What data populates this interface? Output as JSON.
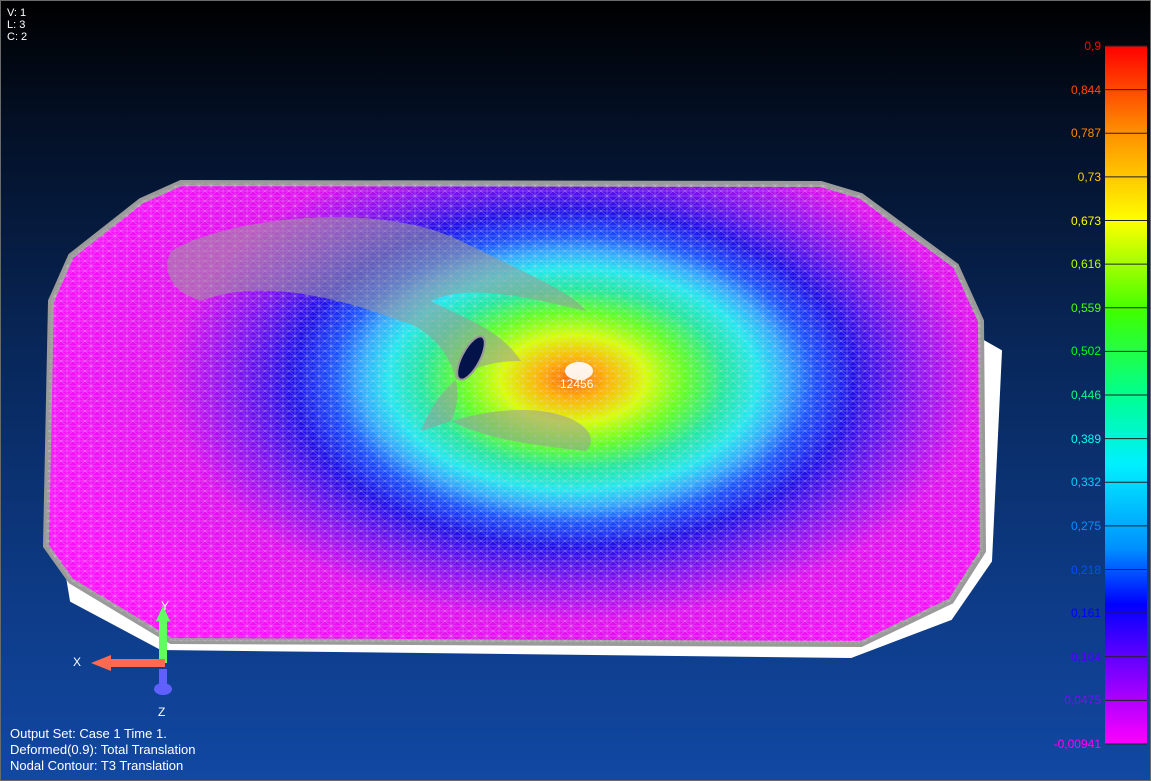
{
  "view_info": {
    "view": "V: 1",
    "labels": "L: 3",
    "contours": "C: 2"
  },
  "output_info": {
    "output_set": "Output Set: Case 1 Time 1.",
    "deformed": "Deformed(0.9): Total Translation",
    "contour": "Nodal Contour: T3 Translation"
  },
  "node_label": "12456",
  "axes": {
    "x": "X",
    "y": "Y",
    "z": "Z"
  },
  "legend": {
    "labels": [
      "0,9",
      "0,844",
      "0,787",
      "0,73",
      "0,673",
      "0,616",
      "0,559",
      "0,502",
      "0,446",
      "0,389",
      "0,332",
      "0,275",
      "0,218",
      "0,161",
      "0,104",
      "0,0475",
      "-0,00941"
    ],
    "colors": [
      "#ff0000",
      "#ff4a00",
      "#ff8c00",
      "#ffd000",
      "#ffff00",
      "#b8ff00",
      "#4dff00",
      "#00ff20",
      "#00ff8c",
      "#00fff0",
      "#00d0ff",
      "#0090ff",
      "#0050ff",
      "#0000ff",
      "#4a00ff",
      "#9000ff",
      "#ff00ff"
    ]
  },
  "colors": {
    "background_top": "#000000",
    "background_bottom": "#1148a3",
    "mesh_outline": "#9a9a9a",
    "mesh_underside": "#ffffff",
    "x_axis": "#ff6a50",
    "y_axis": "#60ff60",
    "z_axis": "#6060ff"
  }
}
